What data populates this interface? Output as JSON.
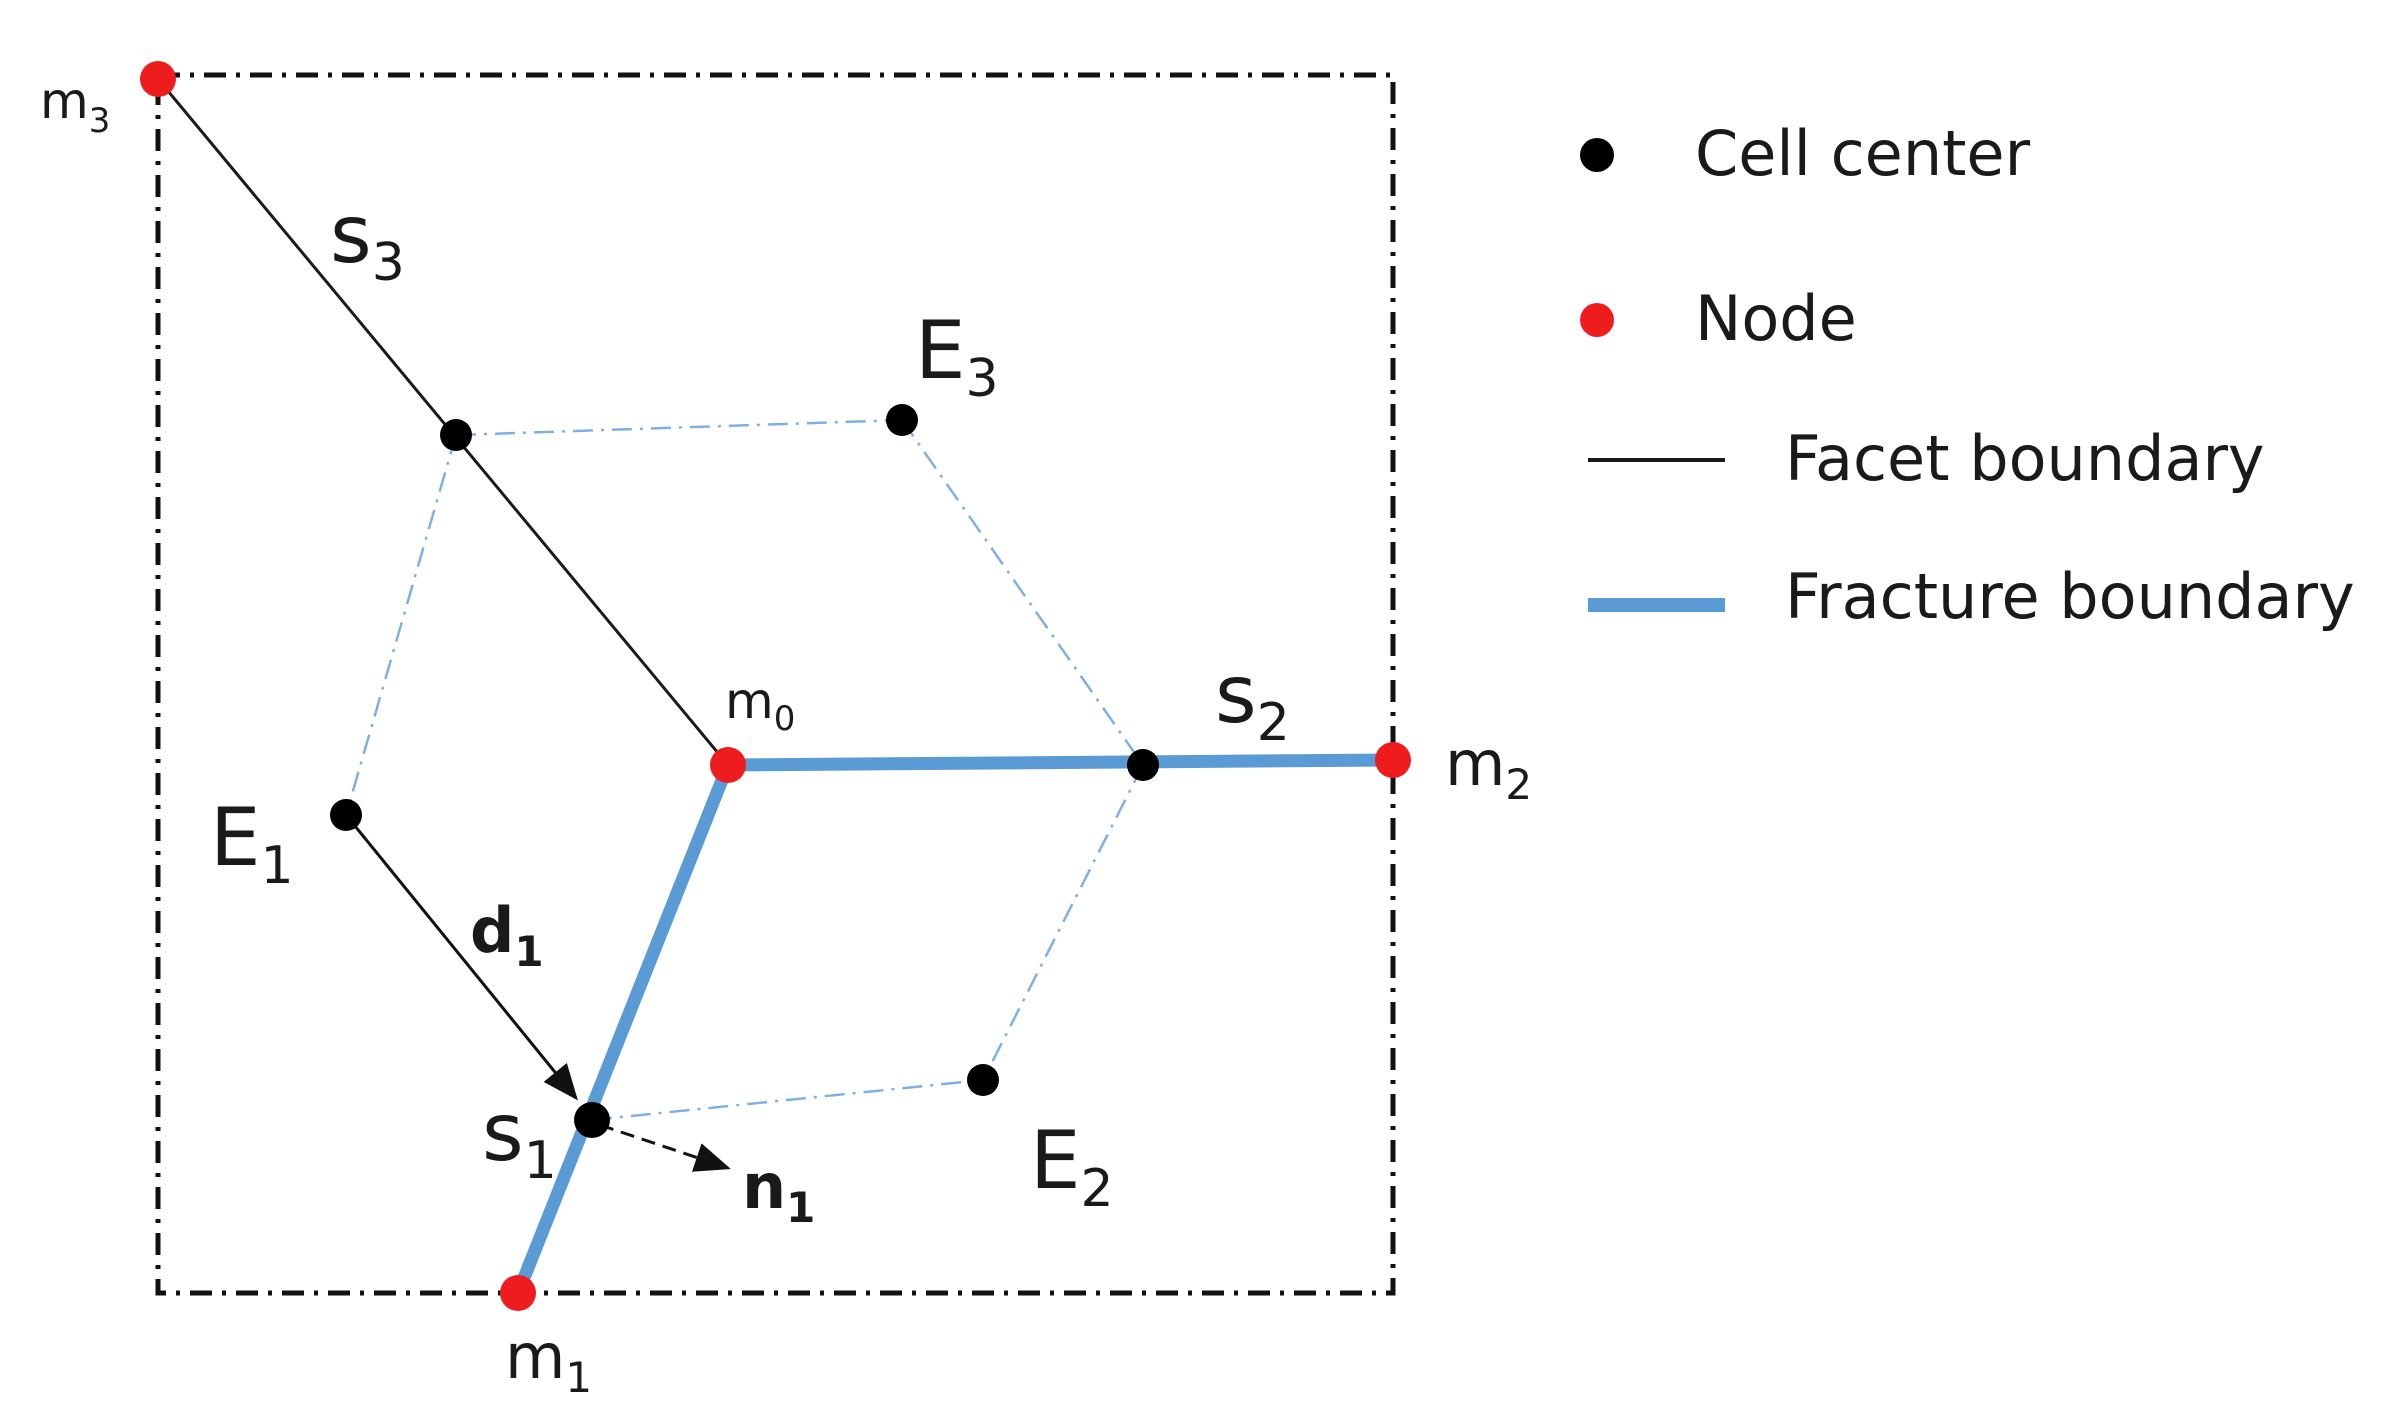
{
  "labels": {
    "m0": {
      "main": "m",
      "sub": "0"
    },
    "m1": {
      "main": "m",
      "sub": "1"
    },
    "m2": {
      "main": "m",
      "sub": "2"
    },
    "m3": {
      "main": "m",
      "sub": "3"
    },
    "s1": {
      "main": "s",
      "sub": "1"
    },
    "s2": {
      "main": "s",
      "sub": "2"
    },
    "s3": {
      "main": "s",
      "sub": "3"
    },
    "E1": {
      "main": "E",
      "sub": "1"
    },
    "E2": {
      "main": "E",
      "sub": "2"
    },
    "E3": {
      "main": "E",
      "sub": "3"
    },
    "d1": {
      "main": "d",
      "sub": "1"
    },
    "n1": {
      "main": "n",
      "sub": "1"
    }
  },
  "legend": {
    "cell_center": "Cell center",
    "node": "Node",
    "facet_boundary": "Facet boundary",
    "fracture_boundary": "Fracture boundary"
  },
  "colors": {
    "node": "#ee1c1c",
    "cell_center": "#000000",
    "fracture": "#5b9bd5",
    "facet": "#1a1a1a",
    "dual": "#7fb0e0"
  }
}
